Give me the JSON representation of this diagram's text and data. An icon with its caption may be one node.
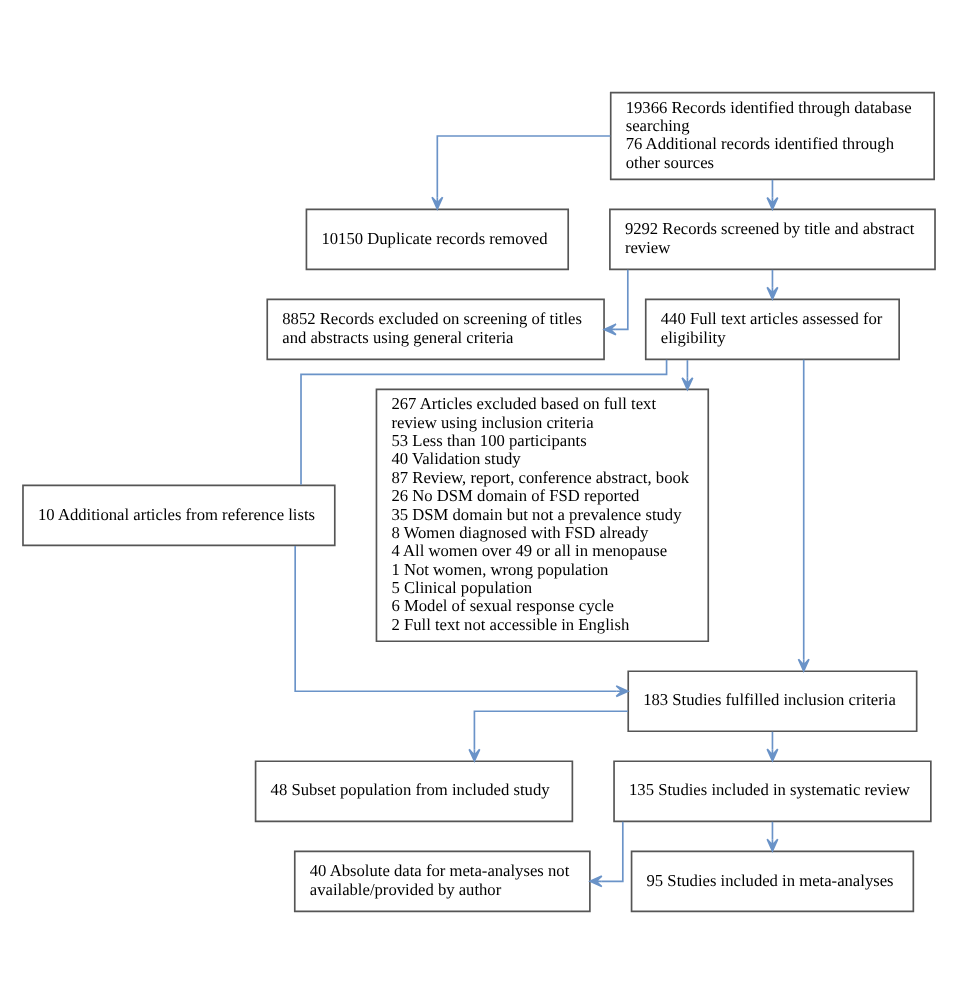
{
  "diagram": {
    "nodes": [
      {
        "text": [
          "19366 Records identified through database searching",
          "76 Additional records identified through other sources"
        ]
      },
      {
        "text": [
          "10150 Duplicate records removed"
        ]
      },
      {
        "text": [
          "9292 Records screened by title and abstract review"
        ]
      },
      {
        "text": [
          "8852 Records excluded on screening of titles and abstracts using general criteria"
        ]
      },
      {
        "text": [
          "440 Full text articles assessed for eligibility"
        ]
      },
      {
        "text": [
          "10 Additional articles from reference lists"
        ]
      },
      {
        "text": [
          "267 Articles excluded based on full text review using inclusion criteria",
          "53 Less than 100 participants",
          "40 Validation study",
          "87 Review, report, conference abstract, book",
          "26 No DSM domain of FSD reported",
          "35 DSM domain but not a prevalence study",
          "8 Women diagnosed with FSD already",
          "4 All women over 49 or all in menopause",
          "1 Not women, wrong population",
          "5 Clinical population",
          "6 Model of sexual response cycle",
          "2 Full text not accessible in English"
        ]
      },
      {
        "text": [
          "183 Studies fulfilled inclusion criteria"
        ]
      },
      {
        "text": [
          "48 Subset population from included study"
        ]
      },
      {
        "text": [
          "135 Studies included in systematic review"
        ]
      },
      {
        "text": [
          "40 Absolute data for meta-analyses not available/provided by author"
        ]
      },
      {
        "text": [
          "95 Studies included in meta-analyses"
        ]
      }
    ],
    "edges": [
      {
        "from": 0,
        "to": 1,
        "arrow": "to"
      },
      {
        "from": 0,
        "to": 2,
        "arrow": "to"
      },
      {
        "from": 2,
        "to": 3,
        "arrow": "to"
      },
      {
        "from": 2,
        "to": 4,
        "arrow": "to"
      },
      {
        "from": 4,
        "to": 5,
        "arrow": "none"
      },
      {
        "from": 4,
        "to": 6,
        "arrow": "to"
      },
      {
        "from": 4,
        "to": 7,
        "arrow": "to"
      },
      {
        "from": 5,
        "to": 7,
        "arrow": "to"
      },
      {
        "from": 7,
        "to": 8,
        "arrow": "to"
      },
      {
        "from": 7,
        "to": 9,
        "arrow": "to"
      },
      {
        "from": 9,
        "to": 10,
        "arrow": "to"
      },
      {
        "from": 9,
        "to": 11,
        "arrow": "to"
      }
    ]
  }
}
